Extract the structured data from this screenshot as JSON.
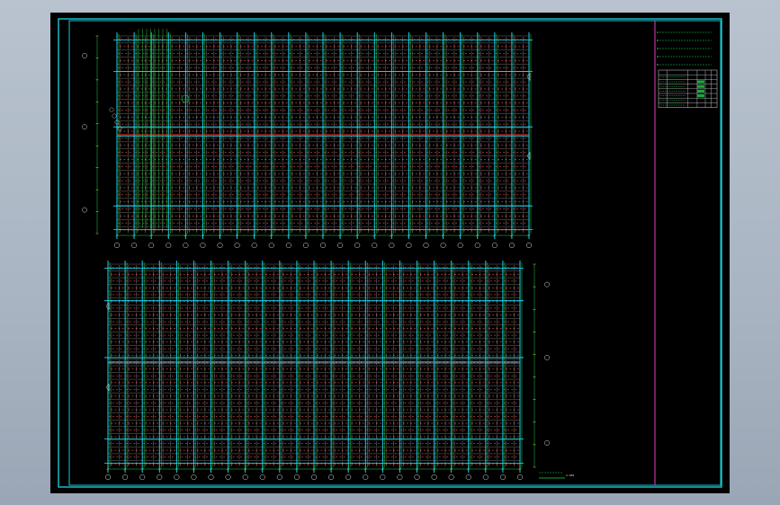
{
  "viewer": {
    "background": "#a9b4c2",
    "canvas_color": "#000000"
  },
  "colors": {
    "frame": "#19c8d2",
    "grid_major": "#21e6ff",
    "grid_green": "#1fd24a",
    "grid_fine": "#d8d8d8",
    "brick": "#e7462e",
    "axis_red": "#ff3b2f",
    "title_divider": "#e040c8",
    "yellow": "#e8e000"
  },
  "drawing": {
    "upper_plan": {
      "columns": 24,
      "rows": 28
    },
    "lower_plan": {
      "columns": 24,
      "rows": 30
    },
    "scale_label": "1:100"
  },
  "title_block": {
    "notes": [
      "1",
      "2",
      "3",
      "4",
      "5"
    ],
    "table_headers": [
      "",
      "",
      "",
      "",
      ""
    ],
    "table_rows": 7
  }
}
